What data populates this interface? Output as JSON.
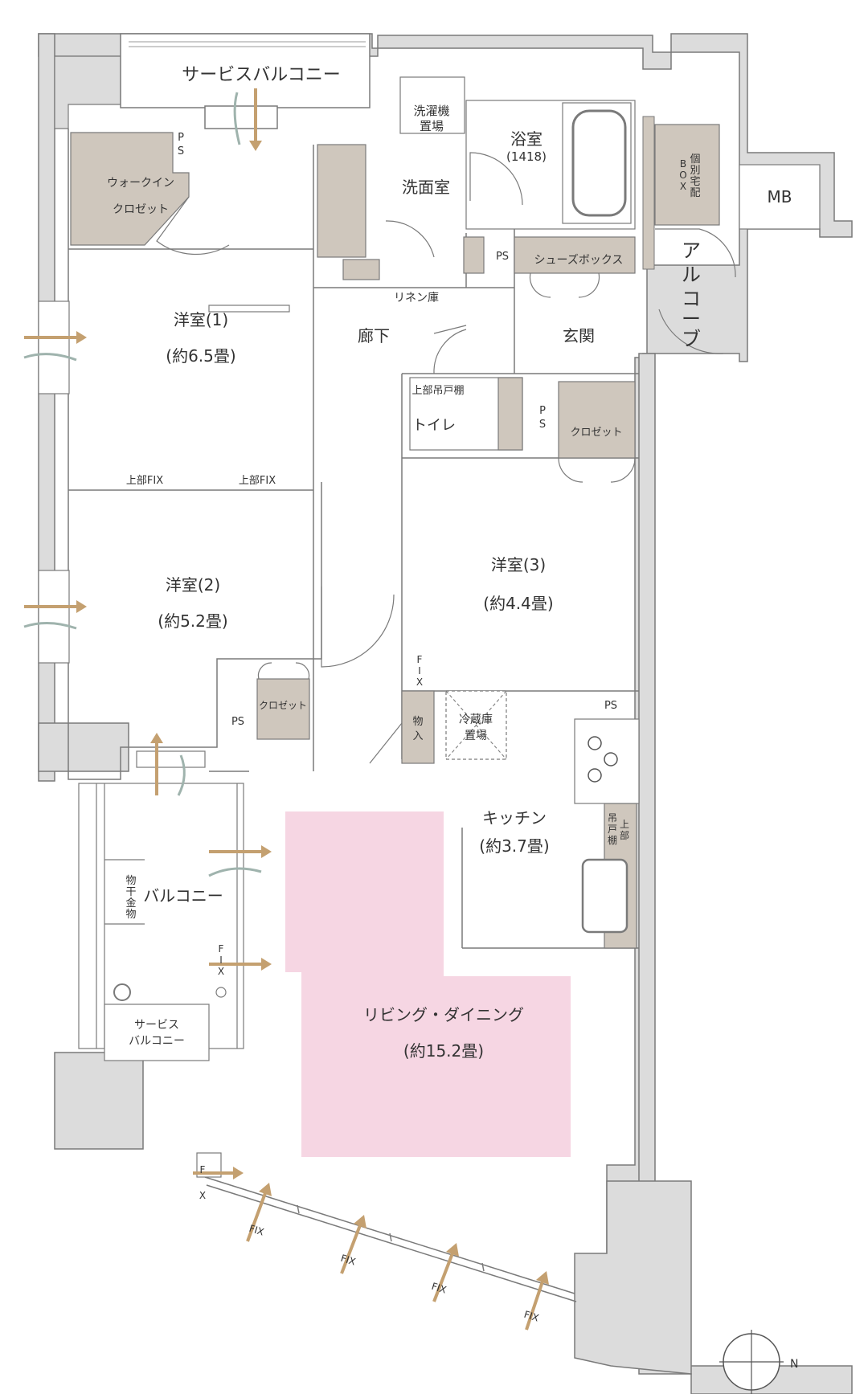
{
  "colors": {
    "wall": "#dcdcdc",
    "wall_stroke": "#7a7a7a",
    "storage": "#cfc7bd",
    "ldk_highlight": "#f6d6e3",
    "arrow_wind": "#c4a070",
    "arrow_air": "#9fb3ad",
    "text": "#333333"
  },
  "labels": {
    "service_balcony_top": "サービスバルコニー",
    "ps": "PS",
    "ps_v1": "P",
    "ps_v2": "S",
    "walk_in_1": "ウォークイン",
    "walk_in_2": "クロゼット",
    "laundry_1": "洗濯機",
    "laundry_2": "置場",
    "bath": "浴室",
    "bath_size": "(1418)",
    "washroom": "洗面室",
    "delivery_box": [
      "個",
      "別",
      "宅",
      "配",
      "B",
      "O",
      "X"
    ],
    "mb": "MB",
    "shoes_box": "シューズボックス",
    "linen": "リネン庫",
    "alcove": [
      "ア",
      "ル",
      "コ",
      "ー",
      "ブ"
    ],
    "room1": "洋室(1)",
    "room1_size": "(約6.5畳)",
    "hallway": "廊下",
    "entrance": "玄関",
    "upper_cabinet": "上部吊戸棚",
    "toilet": "トイレ",
    "closet": "クロゼット",
    "upper_fix": "上部FIX",
    "room2": "洋室(2)",
    "room2_size": "(約5.2畳)",
    "room3": "洋室(3)",
    "room3_size": "(約4.4畳)",
    "fix_v": [
      "F",
      "I",
      "X"
    ],
    "storage_v": [
      "物",
      "入"
    ],
    "fridge_1": "冷蔵庫",
    "fridge_2": "置場",
    "kitchen": "キッチン",
    "kitchen_size": "(約3.7畳)",
    "hanging_1": [
      "吊",
      "戸",
      "棚"
    ],
    "hanging_2": [
      "上",
      "部"
    ],
    "drying_v": [
      "物",
      "干",
      "金",
      "物"
    ],
    "balcony": "バルコニー",
    "service_1": "サービス",
    "service_2": "バルコニー",
    "living": "リビング・ダイニング",
    "living_size": "(約15.2畳)",
    "fix": "FIX",
    "north": "N"
  }
}
